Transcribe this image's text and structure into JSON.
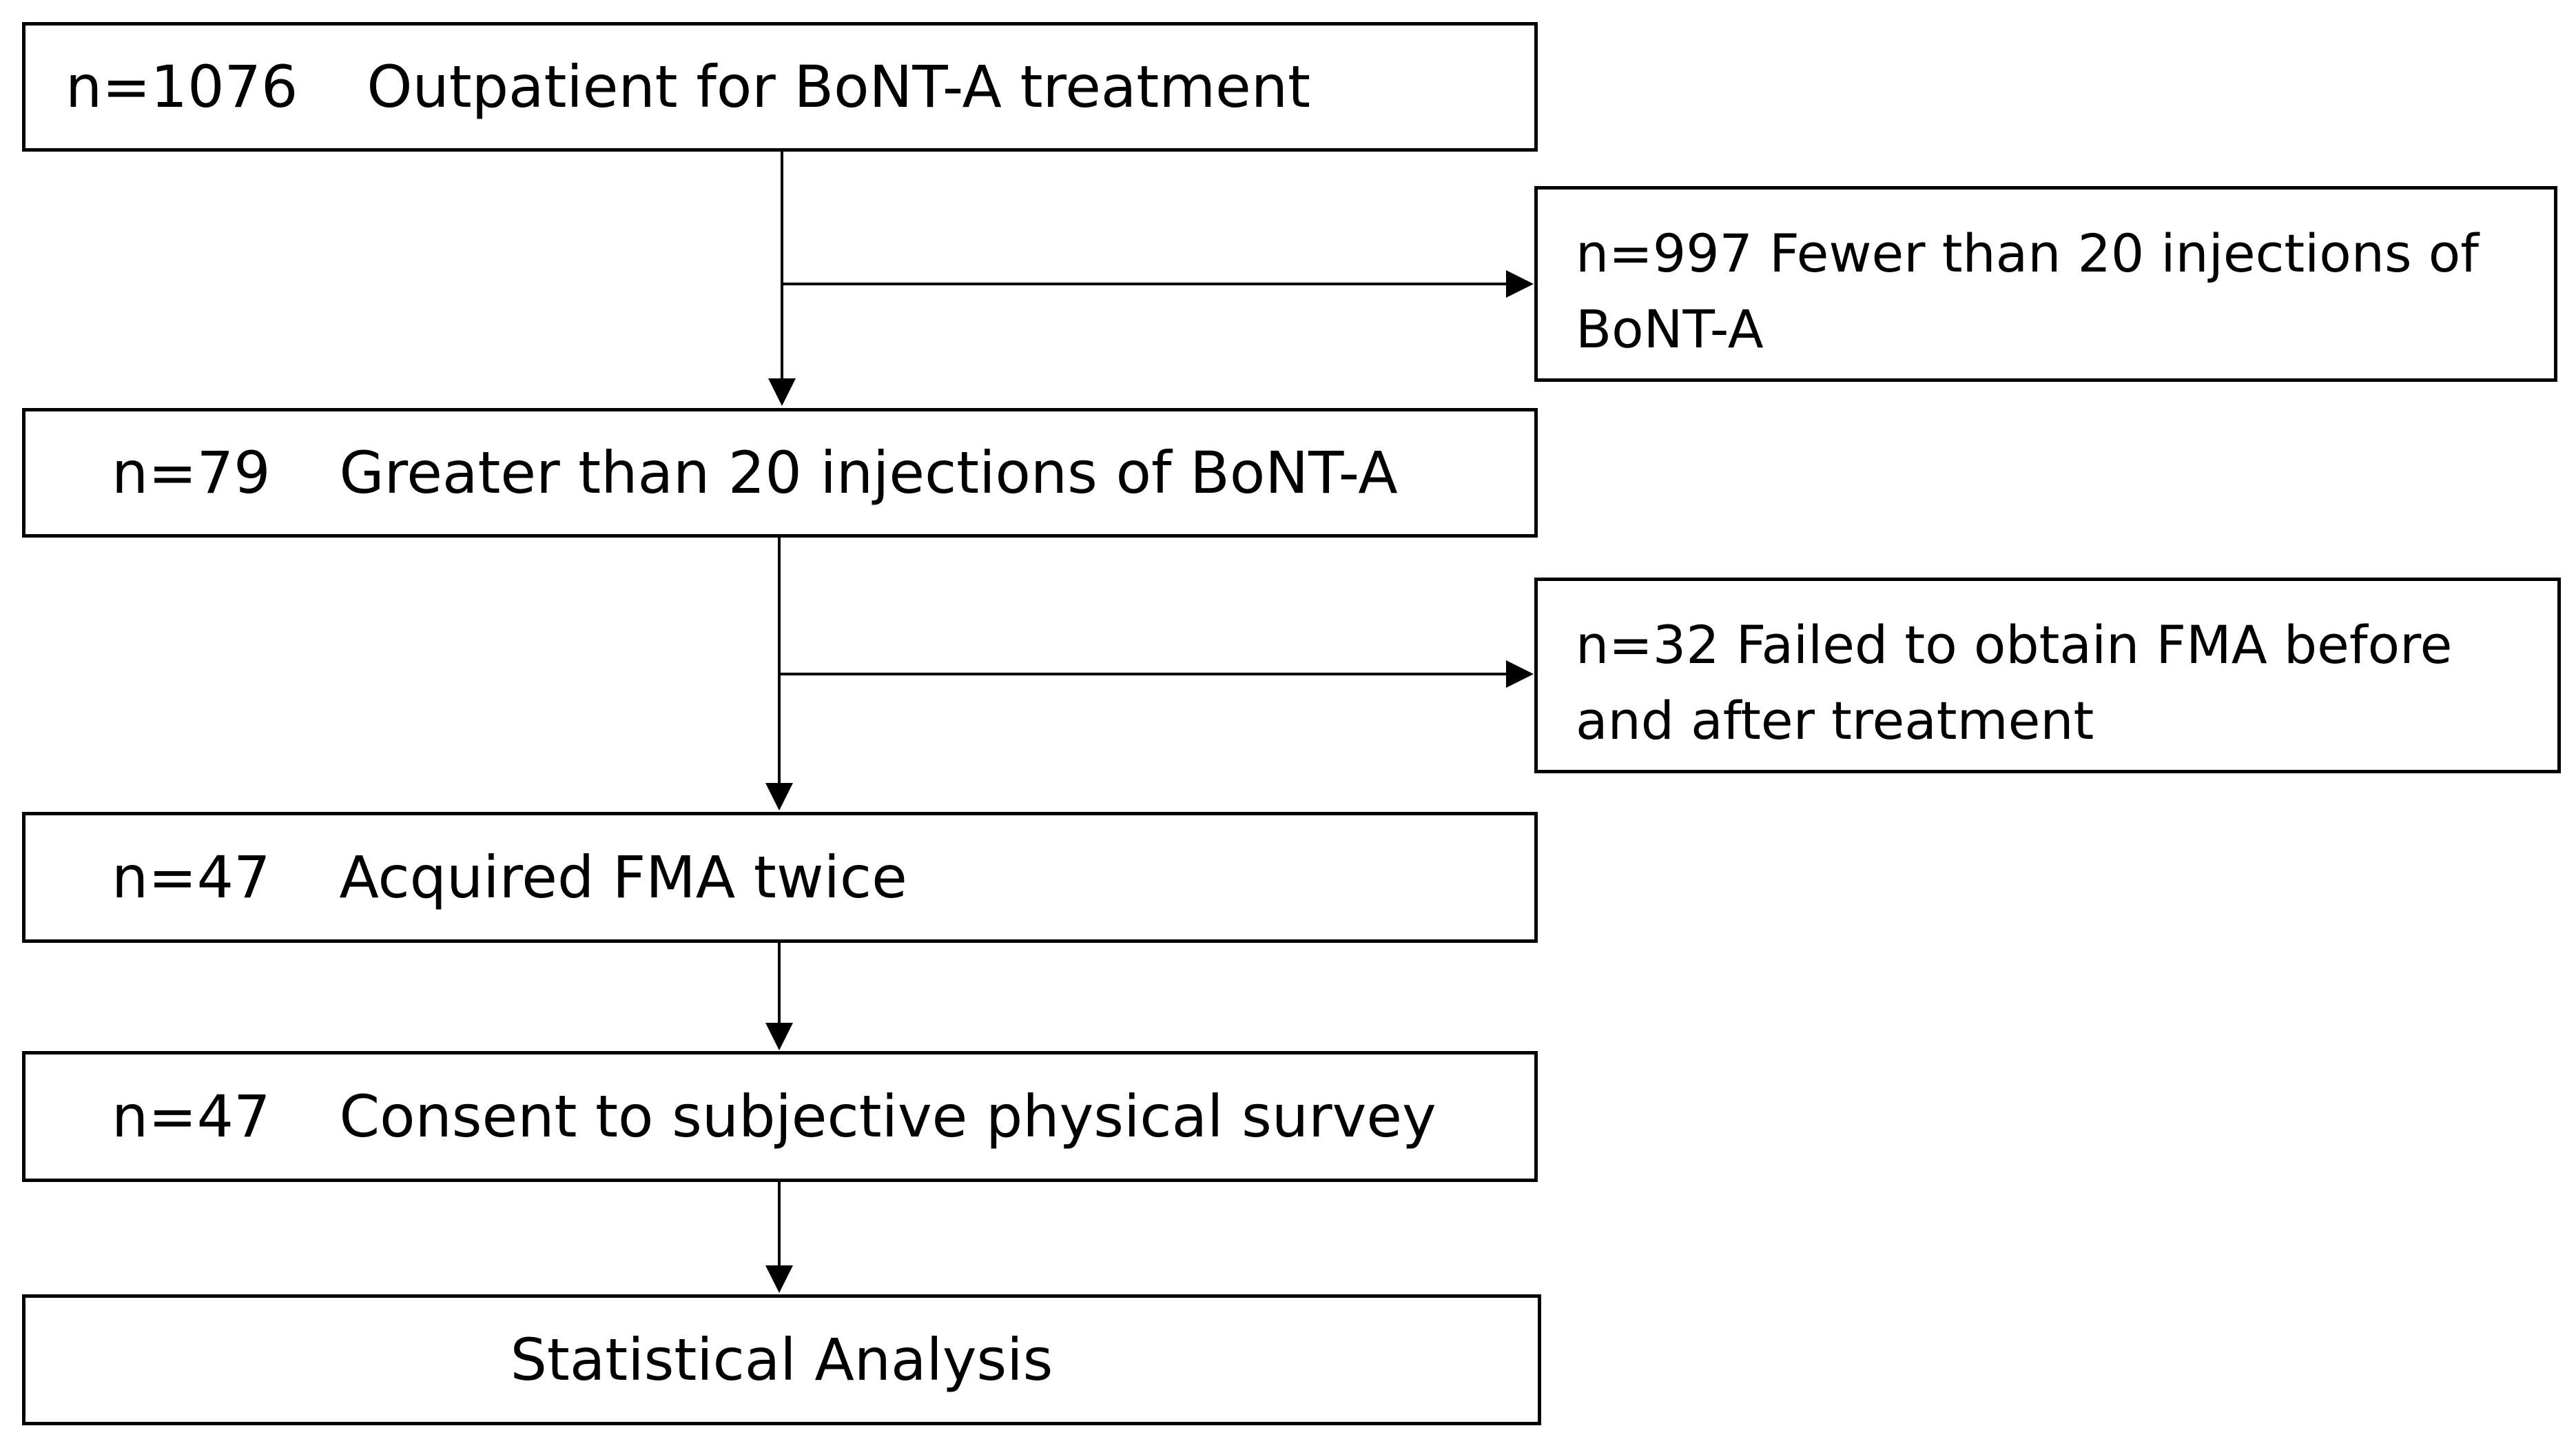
{
  "diagram": {
    "steps": [
      {
        "count": "n=1076",
        "label": "Outpatient for BoNT-A treatment"
      },
      {
        "count": "n=79",
        "label": "Greater than 20 injections of BoNT-A"
      },
      {
        "count": "n=47",
        "label": "Acquired FMA twice"
      },
      {
        "count": "n=47",
        "label": "Consent to subjective physical survey"
      },
      {
        "label": "Statistical Analysis"
      }
    ],
    "exclusions": [
      {
        "text": "n=997 Fewer than 20 injections of BoNT-A"
      },
      {
        "text": "n=32 Failed to obtain FMA before and after treatment"
      }
    ]
  }
}
